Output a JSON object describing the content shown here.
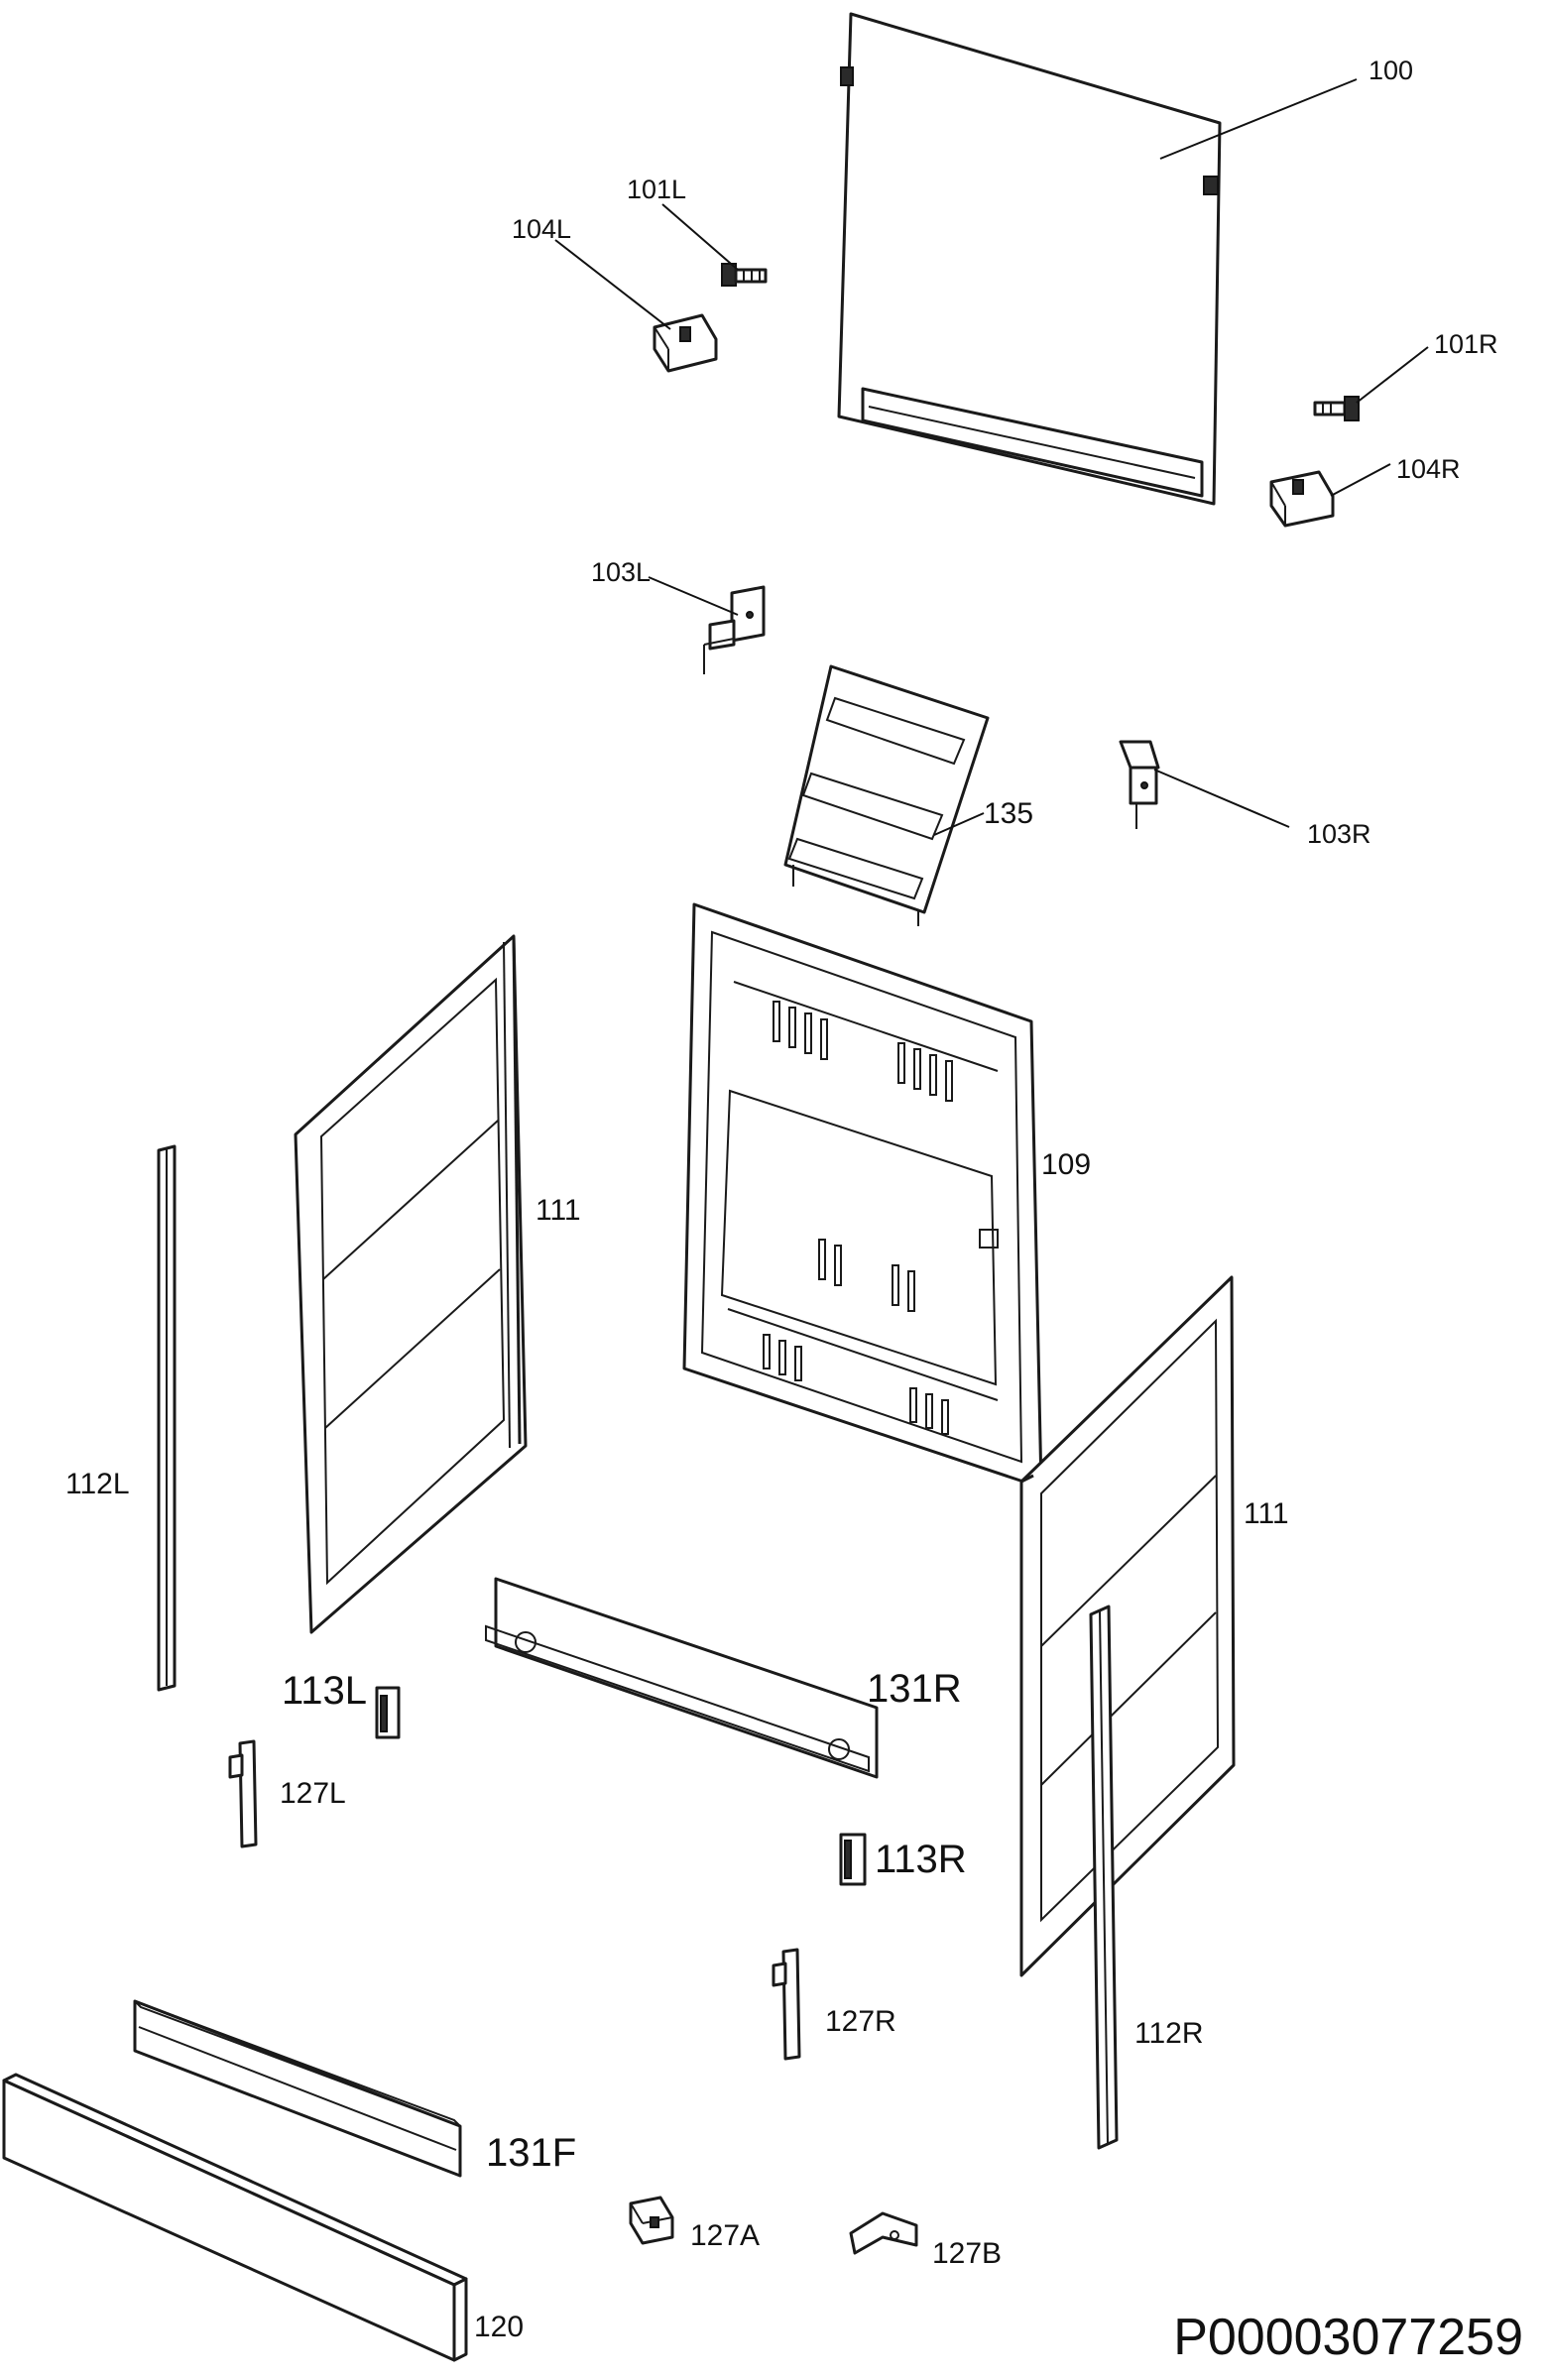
{
  "parts": [
    {
      "id": "100",
      "label": "100"
    },
    {
      "id": "101L",
      "label": "101L"
    },
    {
      "id": "104L",
      "label": "104L"
    },
    {
      "id": "101R",
      "label": "101R"
    },
    {
      "id": "104R",
      "label": "104R"
    },
    {
      "id": "103L",
      "label": "103L"
    },
    {
      "id": "135",
      "label": "135"
    },
    {
      "id": "103R",
      "label": "103R"
    },
    {
      "id": "109",
      "label": "109"
    },
    {
      "id": "111-left",
      "label": "111"
    },
    {
      "id": "111-right",
      "label": "111"
    },
    {
      "id": "112L",
      "label": "112L"
    },
    {
      "id": "113L",
      "label": "113L"
    },
    {
      "id": "131R",
      "label": "131R"
    },
    {
      "id": "127L",
      "label": "127L"
    },
    {
      "id": "113R",
      "label": "113R"
    },
    {
      "id": "127R",
      "label": "127R"
    },
    {
      "id": "112R",
      "label": "112R"
    },
    {
      "id": "131F",
      "label": "131F"
    },
    {
      "id": "127A",
      "label": "127A"
    },
    {
      "id": "127B",
      "label": "127B"
    },
    {
      "id": "120",
      "label": "120"
    }
  ],
  "document_id": "P00003077259"
}
